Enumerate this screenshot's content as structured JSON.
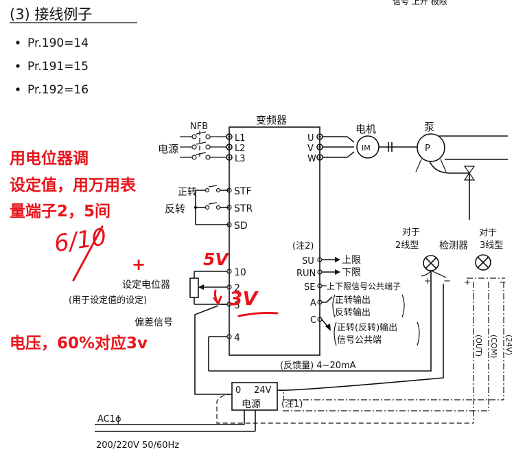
{
  "slide": {
    "title": "(3) 接线例子",
    "top_right": "信号 上升 极限",
    "bullets": [
      "Pr.190=14",
      "Pr.191=15",
      "Pr.192=16"
    ]
  },
  "annotations": {
    "red_line1": "用电位器调",
    "red_line2": "设定值，用万用表",
    "red_line3": "量端子2，5间",
    "red_bottom": "电压，60%对应3v",
    "hand_5v": "5V",
    "hand_3v": "3V",
    "hand_ratio": "6/10",
    "plus": "+"
  },
  "diagram": {
    "inverter_label": "变频器",
    "nfb": "NFB",
    "power_source": "电源",
    "terminals_L": [
      "L1",
      "L2",
      "L3"
    ],
    "terminals_out": [
      "U",
      "V",
      "W"
    ],
    "motor_label": "电机",
    "motor_symbol": "IM",
    "pump_label": "泵",
    "pump_symbol": "P",
    "fwd": "正转",
    "rev": "反转",
    "terminals_in": [
      "STF",
      "STR",
      "SD"
    ],
    "terminals_analog": [
      "10",
      "2",
      "5",
      "4"
    ],
    "pot_label1": "设定电位器",
    "pot_label2": "(用于设定值的设定)",
    "deviation": "偏差信号",
    "note2": "(注2)",
    "terminals_right": [
      "SU",
      "RUN",
      "SE",
      "A",
      "C"
    ],
    "upper_limit": "上限",
    "lower_limit": "下限",
    "se_desc": "上下限信号公共端子",
    "a_desc1": "正转输出",
    "a_desc2": "反转输出",
    "c_desc1": "正转(反转)输出",
    "c_desc2": "信号公共端",
    "two_wire1": "对于",
    "two_wire2": "2线型",
    "three_wire1": "对于",
    "three_wire2": "3线型",
    "detector": "检测器",
    "out_label": "(OUT)",
    "com_label": "(COM)",
    "v24_label": "(24V)",
    "feedback": "(反馈量) 4~20mA",
    "ps_0": "0",
    "ps_24v": "24V",
    "ps_label": "电源",
    "note1": "(注1)",
    "ac_label": "AC1ϕ",
    "ac_volts": "200/220V 50/60Hz",
    "plus": "+",
    "minus": "−"
  }
}
